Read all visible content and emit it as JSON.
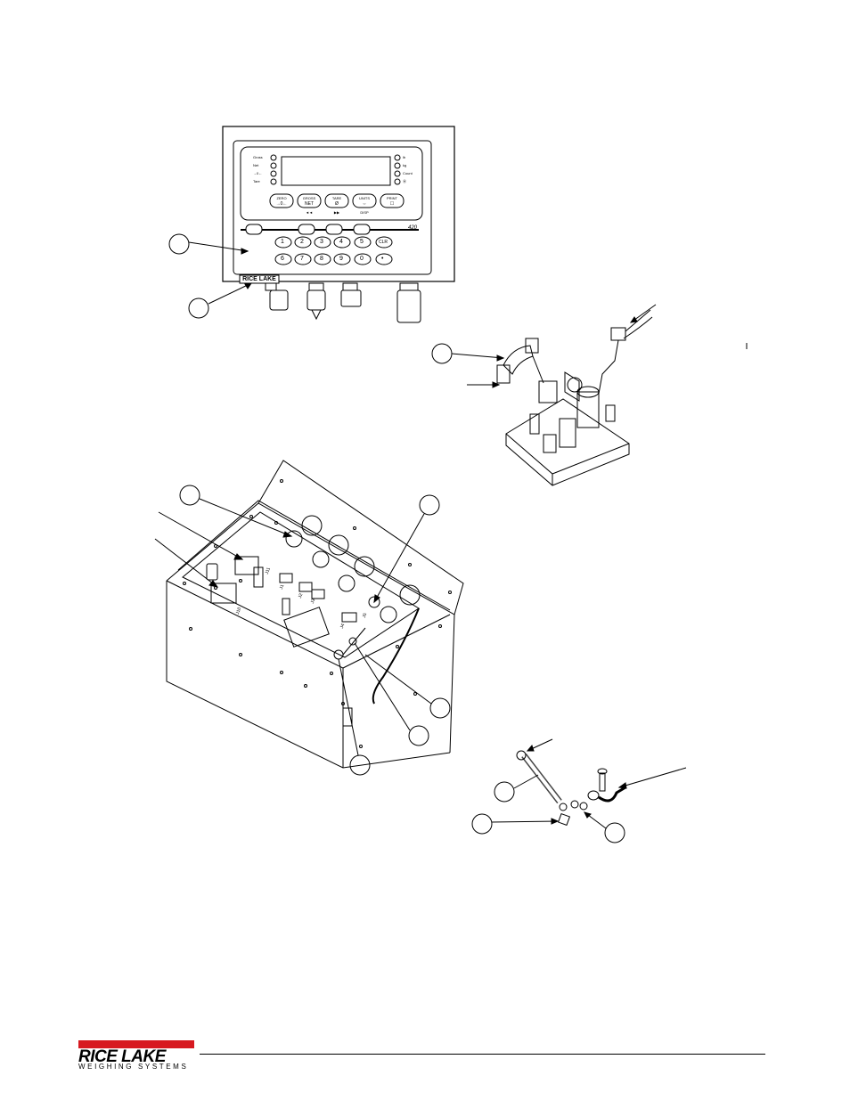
{
  "front_panel": {
    "left_status": [
      "Gross",
      "Net",
      "→0←",
      "Tare"
    ],
    "right_status": [
      "lb",
      "kg",
      "Count",
      "Ⓜ"
    ],
    "function_keys": [
      {
        "label": "ZERO",
        "sub": "→0←",
        "below": ""
      },
      {
        "label": "GROSS",
        "sub": "NET",
        "below": "◄◄"
      },
      {
        "label": "TARE",
        "sub": "Ø",
        "below": "▶▶"
      },
      {
        "label": "UNITS",
        "sub": "⇔",
        "below": "DISP"
      },
      {
        "label": "PRINT",
        "sub": "☐",
        "below": ""
      }
    ],
    "soft_keys": [
      "",
      "",
      "",
      ""
    ],
    "model_tag": "420",
    "numeric_row1": [
      "1",
      "2",
      "3",
      "4",
      "5",
      "CLR"
    ],
    "numeric_row2": [
      "6",
      "7",
      "8",
      "9",
      "0",
      "•"
    ],
    "brand_plate": "RICE LAKE"
  },
  "board_labels": [
    "J11",
    "J1",
    "J2",
    "J3",
    "J10",
    "J4",
    "J5"
  ],
  "footer": {
    "brand_name": "RICE LAKE",
    "brand_sub": "WEIGHING SYSTEMS",
    "brand_color": "#d71920"
  }
}
